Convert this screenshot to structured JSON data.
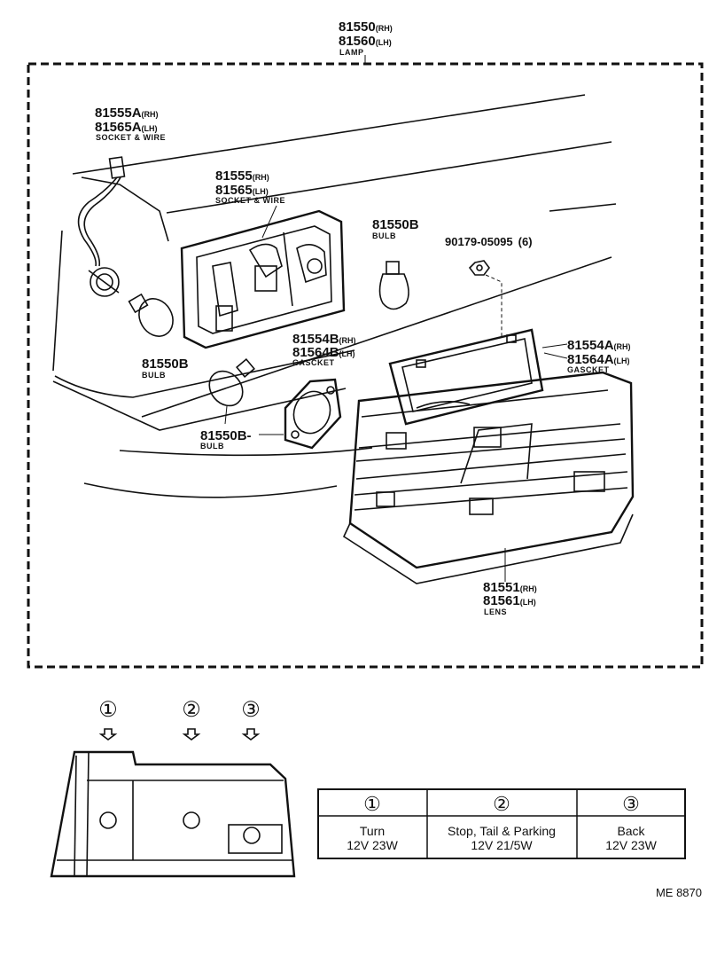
{
  "lamp": {
    "pn1": "81550",
    "pn1_suffix": "(RH)",
    "pn2": "81560",
    "pn2_suffix": "(LH)",
    "name": "LAMP"
  },
  "socket_wire_a": {
    "pn1": "81555A",
    "pn1_suffix": "(RH)",
    "pn2": "81565A",
    "pn2_suffix": "(LH)",
    "name": "SOCKET & WIRE"
  },
  "socket_wire": {
    "pn1": "81555",
    "pn1_suffix": "(RH)",
    "pn2": "81565",
    "pn2_suffix": "(LH)",
    "name": "SOCKET & WIRE"
  },
  "bulb_top": {
    "pn": "81550B",
    "name": "BULB"
  },
  "nut": {
    "pn": "90179-05095",
    "qty": "(6)"
  },
  "bulb_left": {
    "pn": "81550B",
    "name": "BULB"
  },
  "gasket_b": {
    "pn1": "81554B",
    "pn1_suffix": "(RH)",
    "pn2": "81564B",
    "pn2_suffix": "(LH)",
    "name": "GASCKET"
  },
  "gasket_a": {
    "pn1": "81554A",
    "pn1_suffix": "(RH)",
    "pn2": "81564A",
    "pn2_suffix": "(LH)",
    "name": "GASCKET"
  },
  "bulb_bottom": {
    "pn": "81550B-",
    "name": "BULB"
  },
  "lens": {
    "pn1": "81551",
    "pn1_suffix": "(RH)",
    "pn2": "81561",
    "pn2_suffix": "(LH)",
    "name": "LENS"
  },
  "markers": [
    "①",
    "②",
    "③"
  ],
  "table": {
    "columns": [
      {
        "num": "①",
        "function": "Turn",
        "spec": "12V 23W"
      },
      {
        "num": "②",
        "function": "Stop, Tail & Parking",
        "spec": "12V 21/5W"
      },
      {
        "num": "③",
        "function": "Back",
        "spec": "12V 23W"
      }
    ]
  },
  "figure_code": "ME 8870"
}
